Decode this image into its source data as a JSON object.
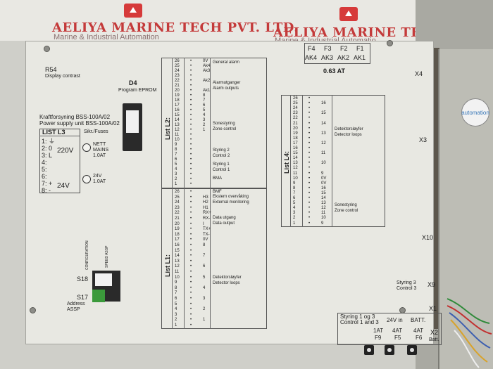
{
  "watermark": {
    "brand": "AELIYA MARINE TECH PVT. LTD.",
    "brand_right": "AELIYA MARINE TECH PVT",
    "subtitle_left": "Marine & Industrial Automation",
    "subtitle_right": "Marine & Industrial Automatio"
  },
  "badge_text": "automation",
  "panel": {
    "r54": "R54",
    "r54_desc": "Display contrast",
    "d4": "D4",
    "d4_desc": "Program EPROM",
    "psu_no": "Kraftforsyning BSS-100A/02",
    "psu_en": "Power supply unit BSS-100A/02",
    "list_l3": "LIST L3",
    "fuses_header": "Sikr./Fuses",
    "l3_rows": [
      "1: ⏚",
      "2: 0",
      "3: L",
      "4:",
      "5:",
      "6:",
      "7: +",
      "8: -"
    ],
    "v220": "220V",
    "v24": "24V",
    "nett": "NETT",
    "mains": "MAINS",
    "fuse_mains": "1.0AT",
    "f24": "24V",
    "fuse_24": "1.0AT",
    "s18": "S18",
    "s17": "S17",
    "s17_desc1": "Address",
    "s17_desc2": "ASSP",
    "config_label": "CONFIGURATION",
    "speed_label": "SPEED ASSP",
    "fuse_cols": [
      "F4",
      "F3",
      "F2",
      "F1"
    ],
    "fuse_cols_sub": [
      "AK4",
      "AK3",
      "AK2",
      "AK1"
    ],
    "fuse_rating": "0.63 AT",
    "x4": "X4",
    "x3": "X3",
    "x10": "X10",
    "x9": "X9",
    "x1": "X1",
    "x2": "X2",
    "x2_desc": "Batt.",
    "styring3_no": "Styring 3",
    "styring3_en": "Control 3",
    "styring13_no": "Styring 1 og 3",
    "styring13_en": "Control 1 and 3",
    "v24in": "24V in",
    "batt": "BATT.",
    "f9": "F9",
    "f9_rating": "1AT",
    "f5": "F5",
    "f5_rating": "4AT",
    "f6": "F6",
    "f6_rating": "4AT"
  },
  "list_l2": {
    "title": "List L2:",
    "pins": [
      "26",
      "25",
      "24",
      "23",
      "22",
      "21",
      "20",
      "19",
      "18",
      "17",
      "16",
      "15",
      "14",
      "13",
      "12",
      "11",
      "10",
      "9",
      "8",
      "7",
      "6",
      "5",
      "4",
      "3",
      "2",
      "1"
    ],
    "mid": [
      "0V",
      "Ak4",
      "Ak3",
      "",
      "Ak2",
      "",
      "Ak1",
      "8",
      "7",
      "6",
      "5",
      "4",
      "3",
      "2",
      "1",
      "",
      "",
      "",
      "",
      "",
      "",
      "",
      "",
      "",
      "",
      ""
    ],
    "groups": [
      {
        "no": "General alarm",
        "en": ""
      },
      {
        "no": "Alarmutganger",
        "en": "Alarm outputs"
      },
      {
        "no": "Sonestyring",
        "en": "Zone control"
      },
      {
        "no": "Styring 2",
        "en": "Control 2"
      },
      {
        "no": "Styring 1",
        "en": "Control 1"
      },
      {
        "no": "BMA",
        "en": ""
      }
    ]
  },
  "list_l1": {
    "title": "List L1:",
    "pins": [
      "26",
      "25",
      "24",
      "23",
      "22",
      "21",
      "20",
      "19",
      "18",
      "17",
      "16",
      "15",
      "14",
      "13",
      "12",
      "11",
      "10",
      "9",
      "8",
      "7",
      "6",
      "5",
      "4",
      "3",
      "2",
      "1"
    ],
    "mid": [
      "",
      "H3",
      "H2",
      "H1",
      "RX+",
      "RX-",
      "I",
      "TX+",
      "TX-",
      "0V",
      "8",
      "",
      "7",
      "",
      "6",
      "",
      "5",
      "",
      "4",
      "",
      "3",
      "",
      "2",
      "",
      "1",
      ""
    ],
    "groups": [
      {
        "no": "BMF",
        "en": ""
      },
      {
        "no": "Ekstern overvåking",
        "en": "External monitoring"
      },
      {
        "no": "Data utgang",
        "en": "Data output"
      },
      {
        "no": "Detektorsløyfer",
        "en": "Detector loops"
      }
    ]
  },
  "list_l4": {
    "title": "List L4:",
    "pins": [
      "26",
      "25",
      "24",
      "23",
      "22",
      "21",
      "20",
      "19",
      "18",
      "17",
      "16",
      "15",
      "14",
      "13",
      "12",
      "11",
      "10",
      "9",
      "8",
      "7",
      "6",
      "5",
      "4",
      "3",
      "2",
      "1"
    ],
    "mid": [
      "",
      "16",
      "",
      "15",
      "",
      "14",
      "",
      "13",
      "",
      "12",
      "",
      "11",
      "",
      "10",
      "",
      "9",
      "0V",
      "0V",
      "16",
      "15",
      "14",
      "13",
      "12",
      "11",
      "10",
      "9"
    ],
    "groups": [
      {
        "no": "Detektorsløyfer",
        "en": "Detector loops"
      },
      {
        "no": "Sonestyring",
        "en": "Zone control"
      }
    ]
  }
}
